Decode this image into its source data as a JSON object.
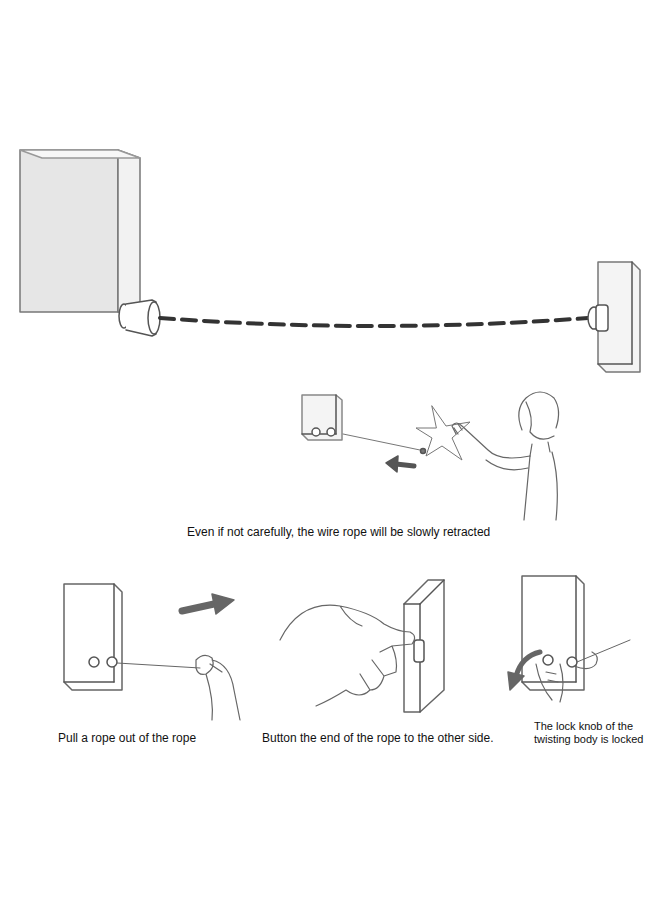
{
  "diagram": {
    "labels": [
      "Even if not carefully, the wire rope will be slowly retracted",
      "Pull a rope out of the rope",
      "Button the end of the rope to the other side.",
      "The lock knob of the twisting body is locked"
    ]
  }
}
